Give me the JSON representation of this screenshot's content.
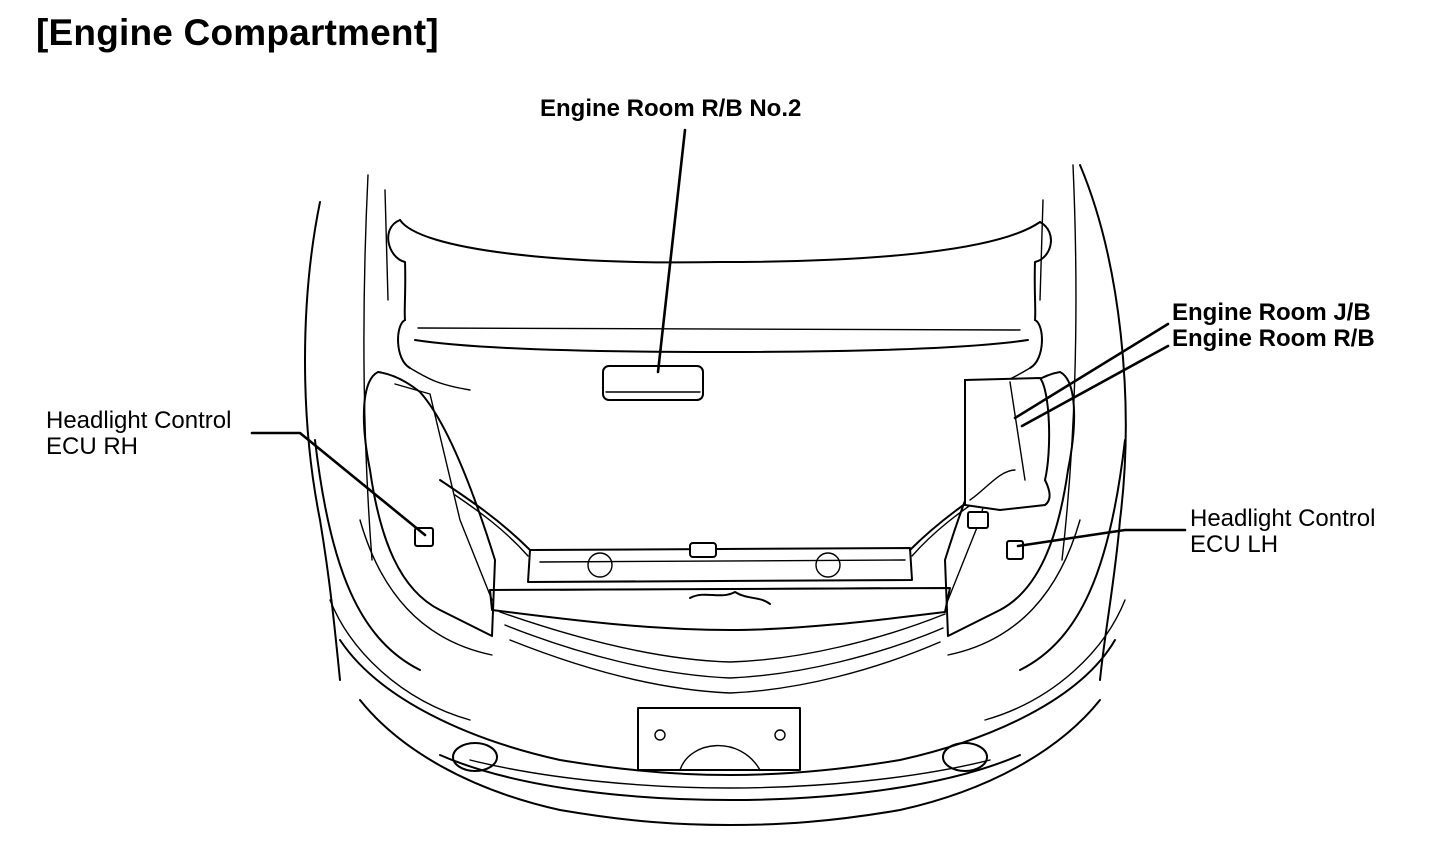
{
  "title": "[Engine Compartment]",
  "labels": {
    "rb_no2": "Engine Room R/B No.2",
    "jb": "Engine Room J/B",
    "rb": "Engine Room R/B",
    "ecu_rh_line1": "Headlight Control",
    "ecu_rh_line2": "ECU RH",
    "ecu_lh_line1": "Headlight Control",
    "ecu_lh_line2": "ECU LH"
  }
}
